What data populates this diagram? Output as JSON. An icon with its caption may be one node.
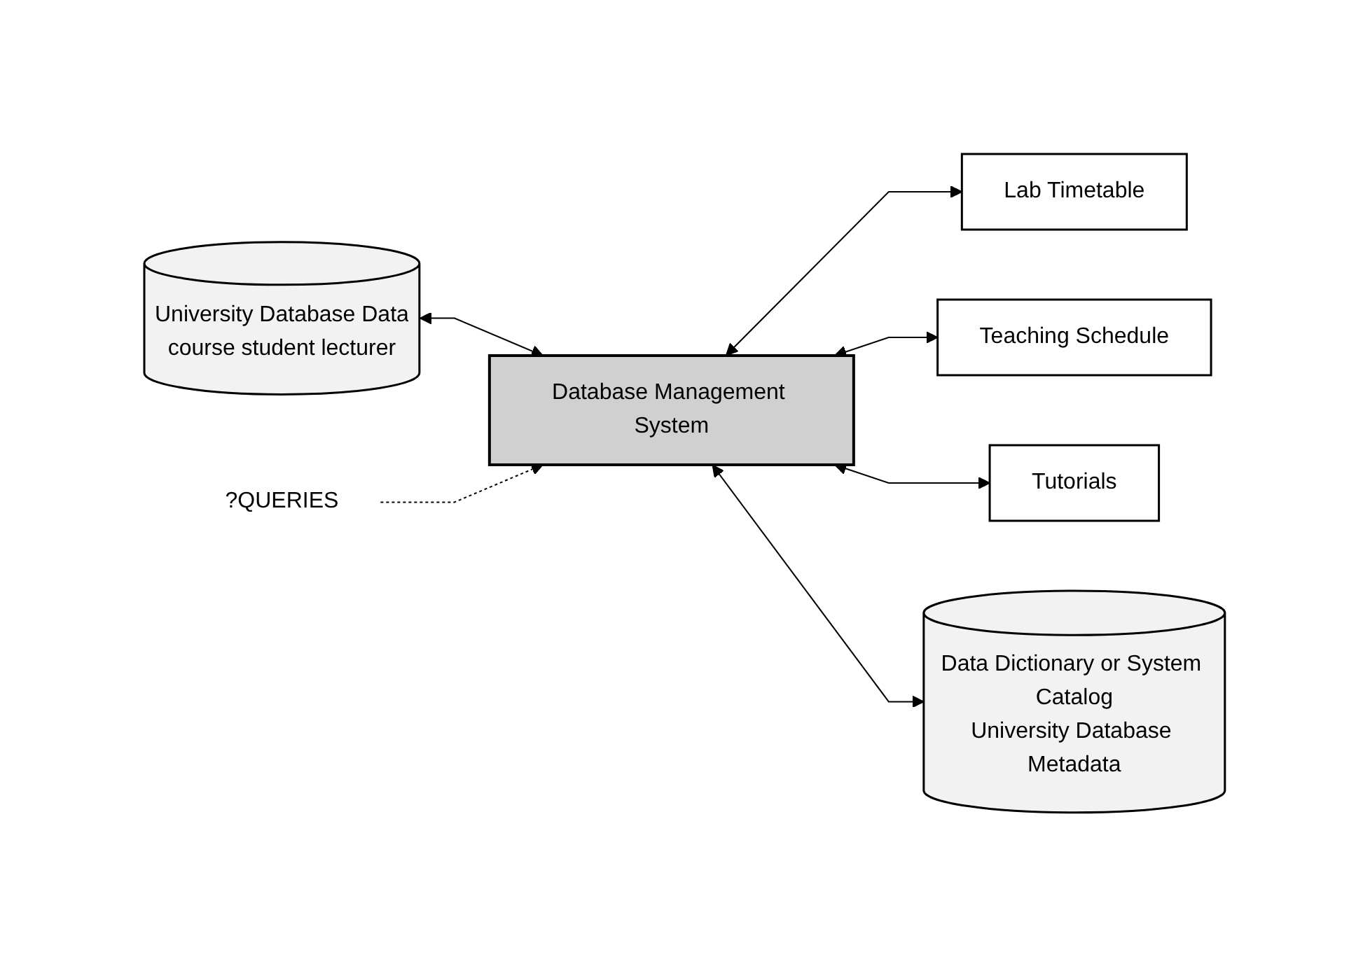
{
  "diagram": {
    "nodes": [
      {
        "text": [
          "University Database Data",
          "course student lecturer"
        ]
      },
      {
        "text": [
          "Database Management System"
        ]
      },
      {
        "text": [
          "Lab Timetable"
        ]
      },
      {
        "text": [
          "Teaching Schedule"
        ]
      },
      {
        "text": [
          "Tutorials"
        ]
      },
      {
        "text": [
          "Data Dictionary or System Catalog",
          "University Database Metadata"
        ]
      },
      {
        "text": [
          "?QUERIES"
        ]
      }
    ],
    "edges": [
      {
        "from": 0,
        "to": 1,
        "arrow": "both"
      },
      {
        "from": 1,
        "to": 2,
        "arrow": "both"
      },
      {
        "from": 1,
        "to": 3,
        "arrow": "both"
      },
      {
        "from": 1,
        "to": 4,
        "arrow": "both"
      },
      {
        "from": 1,
        "to": 5,
        "arrow": "both"
      },
      {
        "from": 6,
        "to": 1,
        "arrow": "to",
        "style": "dashed"
      }
    ]
  }
}
